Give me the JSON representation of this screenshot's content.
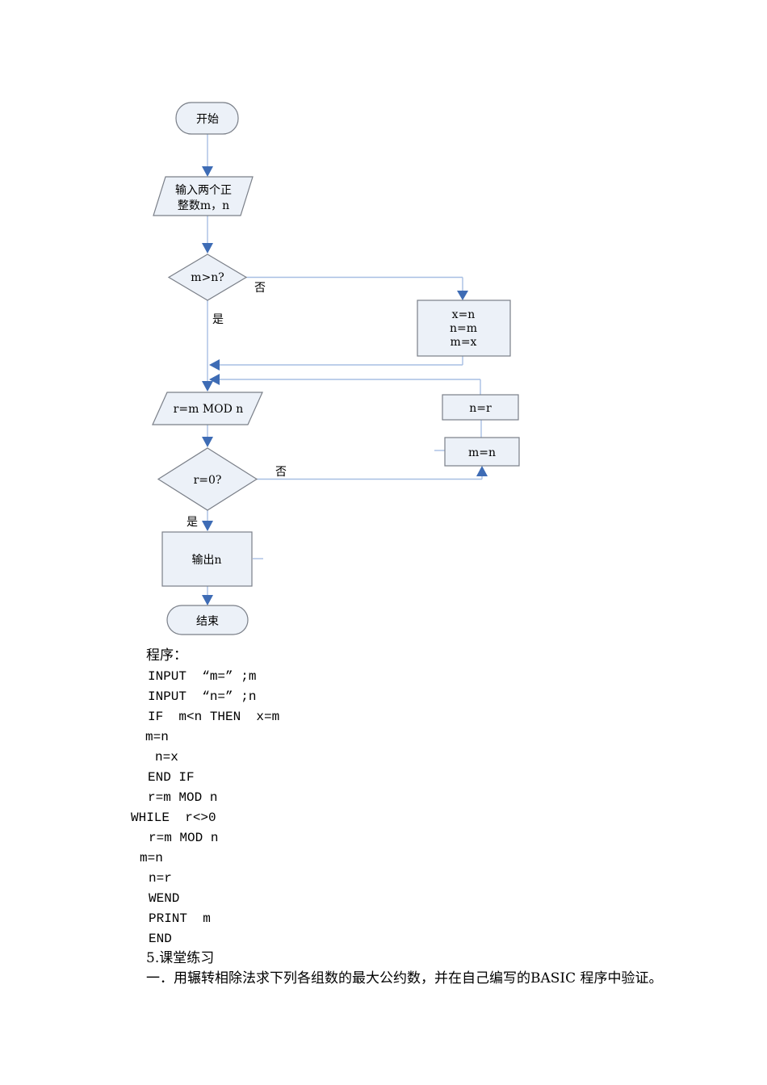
{
  "colors": {
    "page_background": "#ffffff",
    "shape_fill": "#ECF1F8",
    "shape_border": "#7a7f88",
    "connector_line": "#A7BFE3",
    "arrowhead": "#3E6CB5",
    "text": "#000000"
  },
  "flowchart": {
    "start_label": "开始",
    "input_line1": "输入两个正",
    "input_line2": "整数m，n",
    "decision_mn": "m>n?",
    "no_label": "否",
    "yes_label": "是",
    "swap_line1": "x=n",
    "swap_line2": "n=m",
    "swap_line3": "m=x",
    "mod_label": "r=m MOD n",
    "decision_r0": "r=0?",
    "nr_label": "n=r",
    "mn_label": "m=n",
    "output_label": "输出n",
    "end_label": "结束"
  },
  "program": {
    "heading": "程序：",
    "lines": [
      "INPUT  “m=” ;m",
      "INPUT  “n=” ;n",
      "IF  m<n THEN  x=m",
      "m=n",
      "n=x",
      "END IF",
      "r=m MOD n",
      "WHILE  r<>0",
      "r=m MOD n",
      "m=n",
      "n=r",
      "WEND",
      "PRINT  m",
      "END"
    ]
  },
  "exercise": {
    "section": "5.课堂练习",
    "item": "一．用辗转相除法求下列各组数的最大公约数，并在自己编写的BASIC 程序中验证。"
  }
}
